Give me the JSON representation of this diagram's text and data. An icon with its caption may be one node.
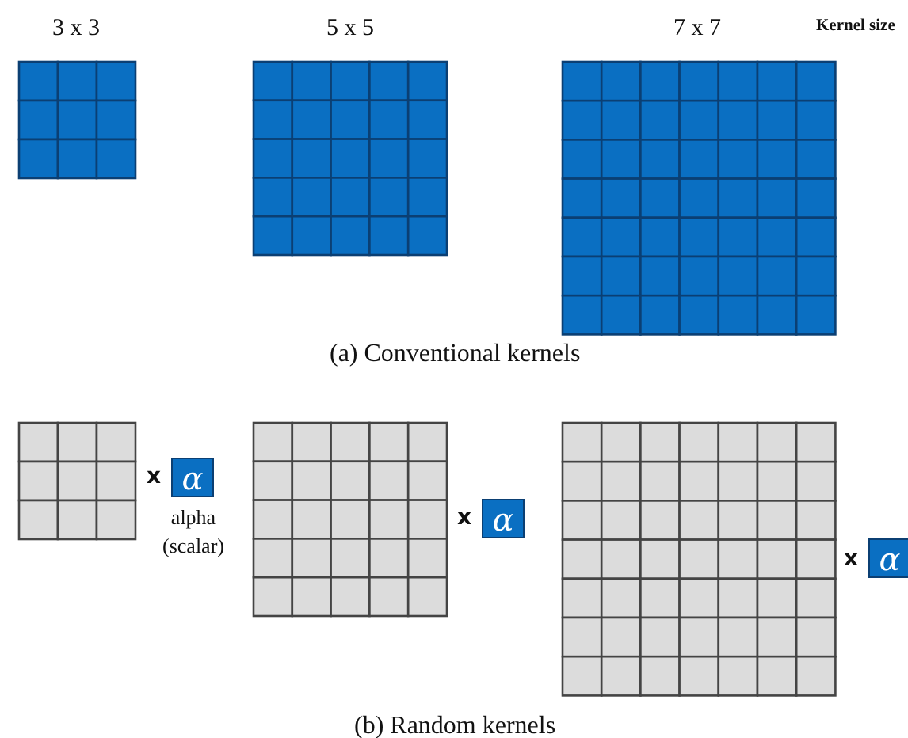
{
  "diagram": {
    "nodes": [
      {
        "text": [
          "α"
        ]
      },
      {
        "text": [
          "α"
        ]
      },
      {
        "text": [
          "α"
        ]
      }
    ],
    "labels": [
      "3 x 3",
      "5 x 5",
      "7 x 7",
      "Kernel size",
      "(a) Conventional kernels",
      "x",
      "alpha (scalar)",
      "x",
      "x",
      "(b) Random kernels"
    ]
  }
}
